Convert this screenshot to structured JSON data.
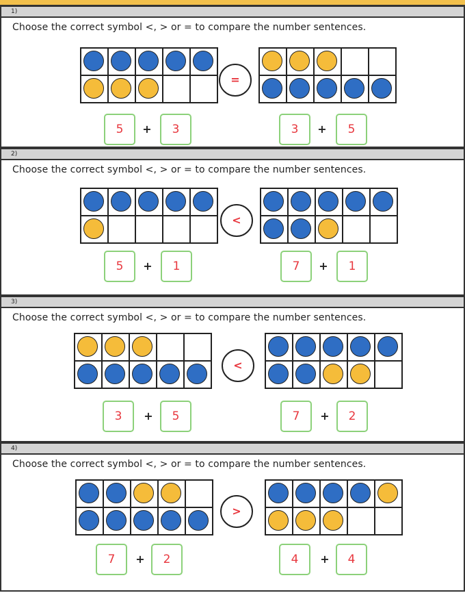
{
  "colors": {
    "blue": "#2f6ec4",
    "yellow": "#f5bc3a",
    "answer_red": "#e8373e",
    "box_green": "#8cd17a",
    "header_gray": "#d4d4d4",
    "top_bar": "#f2c04c"
  },
  "questions": [
    {
      "number": "1)",
      "instruction": "Choose the correct symbol <, > or = to compare the number sentences.",
      "symbol": "=",
      "left_frame": [
        "blue",
        "blue",
        "blue",
        "blue",
        "blue",
        "yellow",
        "yellow",
        "yellow",
        "empty",
        "empty"
      ],
      "right_frame": [
        "yellow",
        "yellow",
        "yellow",
        "empty",
        "empty",
        "blue",
        "blue",
        "blue",
        "blue",
        "blue"
      ],
      "left_sum": {
        "a": "5",
        "op": "+",
        "b": "3"
      },
      "right_sum": {
        "a": "3",
        "op": "+",
        "b": "5"
      }
    },
    {
      "number": "2)",
      "instruction": "Choose the correct symbol <, > or = to compare the number sentences.",
      "symbol": "<",
      "left_frame": [
        "blue",
        "blue",
        "blue",
        "blue",
        "blue",
        "yellow",
        "empty",
        "empty",
        "empty",
        "empty"
      ],
      "right_frame": [
        "blue",
        "blue",
        "blue",
        "blue",
        "blue",
        "blue",
        "blue",
        "yellow",
        "empty",
        "empty"
      ],
      "left_sum": {
        "a": "5",
        "op": "+",
        "b": "1"
      },
      "right_sum": {
        "a": "7",
        "op": "+",
        "b": "1"
      }
    },
    {
      "number": "3)",
      "instruction": "Choose the correct symbol <, > or = to compare the number sentences.",
      "symbol": "<",
      "left_frame": [
        "yellow",
        "yellow",
        "yellow",
        "empty",
        "empty",
        "blue",
        "blue",
        "blue",
        "blue",
        "blue"
      ],
      "right_frame": [
        "blue",
        "blue",
        "blue",
        "blue",
        "blue",
        "blue",
        "blue",
        "yellow",
        "yellow",
        "empty"
      ],
      "left_sum": {
        "a": "3",
        "op": "+",
        "b": "5"
      },
      "right_sum": {
        "a": "7",
        "op": "+",
        "b": "2"
      }
    },
    {
      "number": "4)",
      "instruction": "Choose the correct symbol <, > or = to compare the number sentences.",
      "symbol": ">",
      "left_frame": [
        "blue",
        "blue",
        "yellow",
        "yellow",
        "empty",
        "blue",
        "blue",
        "blue",
        "blue",
        "blue"
      ],
      "right_frame": [
        "blue",
        "blue",
        "blue",
        "blue",
        "yellow",
        "yellow",
        "yellow",
        "yellow",
        "empty",
        "empty"
      ],
      "left_sum": {
        "a": "7",
        "op": "+",
        "b": "2"
      },
      "right_sum": {
        "a": "4",
        "op": "+",
        "b": "4"
      }
    }
  ]
}
